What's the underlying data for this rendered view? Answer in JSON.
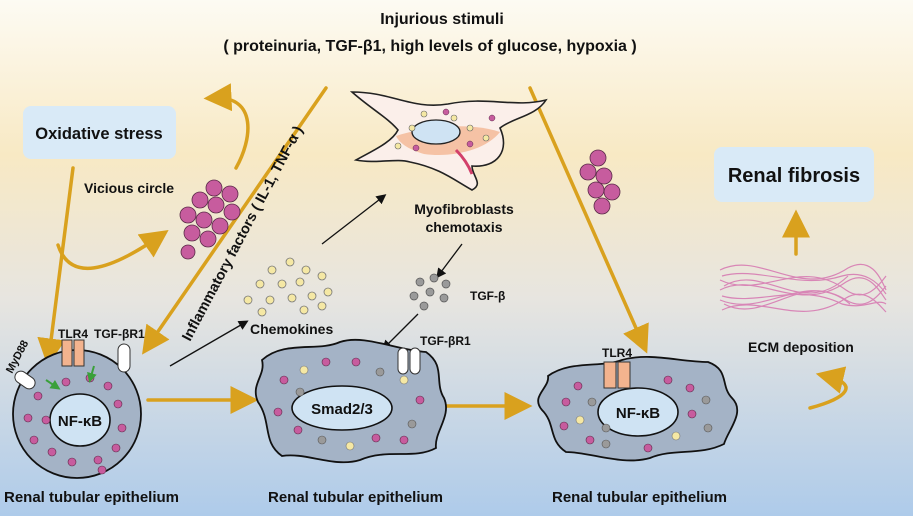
{
  "header": {
    "title": "Injurious stimuli",
    "subtitle": "( proteinuria, TGF-β1, high levels of glucose, hypoxia )"
  },
  "labels": {
    "oxidative_stress": "Oxidative stress",
    "vicious_circle": "Vicious circle",
    "inflammatory_factors": "Inflammatory factors ( IL-1, TNF-α )",
    "myofibroblasts_line1": "Myofibroblasts",
    "myofibroblasts_line2": "chemotaxis",
    "chemokines": "Chemokines",
    "tgf_beta": "TGF-β",
    "renal_fibrosis": "Renal fibrosis",
    "ecm_deposition": "ECM deposition"
  },
  "cells": {
    "cell1": {
      "receptor_myd88": "MyD88",
      "receptor_tlr4": "TLR4",
      "receptor_tgfbr1": "TGF-βR1",
      "nucleus": "NF-κB",
      "caption": "Renal tubular epithelium"
    },
    "cell2": {
      "receptor_tgfbr1": "TGF-βR1",
      "nucleus": "Smad2/3",
      "caption": "Renal tubular epithelium"
    },
    "cell3": {
      "receptor_tlr4": "TLR4",
      "nucleus": "NF-κB",
      "caption": "Renal tubular epithelium"
    }
  },
  "colors": {
    "arrow_gold": "#D9A11E",
    "cell_fill": "#A4B3C6",
    "nucleus_fill": "#CFE3F3",
    "pink_dot": "#C75C9E",
    "yellow_dot": "#F5E8A4",
    "gray_dot": "#9A9A9A",
    "label_box": "#D9EAF7"
  }
}
